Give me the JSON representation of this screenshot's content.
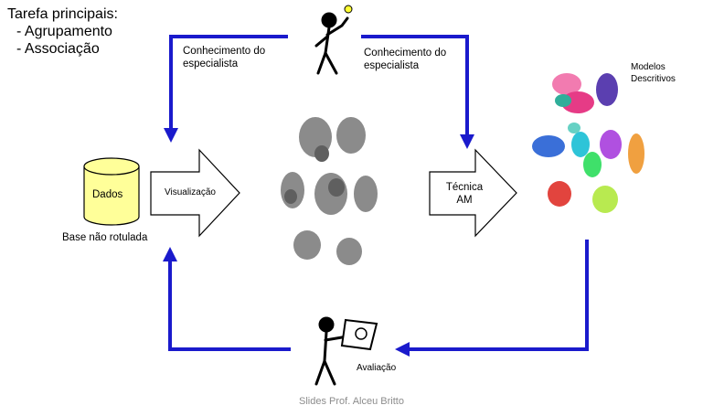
{
  "tasks": {
    "title": "Tarefa principais:",
    "items": [
      "- Agrupamento",
      "- Associação"
    ]
  },
  "expert_left": "Conhecimento do especialista",
  "expert_right": "Conhecimento do especialista",
  "database": {
    "label": "Dados",
    "caption": "Base não rotulada"
  },
  "visualization": "Visualização",
  "technique": {
    "line1": "Técnica",
    "line2": "AM"
  },
  "models": {
    "line1": "Modelos",
    "line2": "Descritivos"
  },
  "evaluation": "Avaliação",
  "footer": "Slides Prof. Alceu Britto",
  "colors": {
    "flow": "#1a1acc",
    "cylinder": "#ffff99",
    "clusters": [
      "#f27bb0",
      "#e63b86",
      "#5b3fb0",
      "#2fae9a",
      "#3a6fd8",
      "#2ec4d8",
      "#b050e0",
      "#e2443e",
      "#f0a040",
      "#b8ea50",
      "#66d1c4",
      "#3fe06a"
    ]
  }
}
